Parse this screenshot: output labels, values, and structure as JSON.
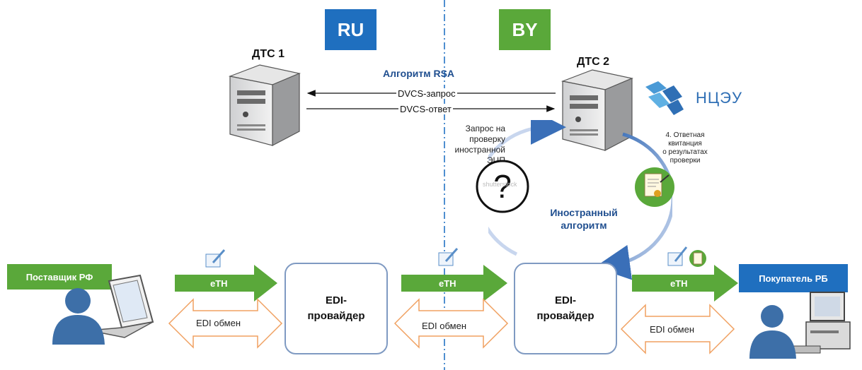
{
  "regions": {
    "ru": {
      "label": "RU",
      "color": "#1f6fbf"
    },
    "by": {
      "label": "BY",
      "color": "#5aa83a"
    }
  },
  "servers": {
    "dts1": "ДТС 1",
    "dts2": "ДТС 2"
  },
  "algorithm_rsa": "Алгоритм RSA",
  "dvcs": {
    "request": "DVCS-запрос",
    "response": "DVCS-ответ"
  },
  "nceu_logo_text": "НЦЭУ",
  "request_check": [
    "Запрос на",
    "проверку",
    "иностранной",
    "ЭЦП"
  ],
  "response_receipt": [
    "4. Ответная",
    "квитанция",
    "о результатах",
    "проверки"
  ],
  "foreign_algorithm": [
    "Иностранный",
    "алгоритм"
  ],
  "watermark": "shutterstock",
  "parties": {
    "supplier": "Поставщик РФ",
    "buyer": "Покупатель РБ",
    "supplier_color": "#5aa83a",
    "buyer_color": "#1f6fbf"
  },
  "eth_label": "eTH",
  "edi_provider": [
    "EDI-",
    "провайдер"
  ],
  "edi_exchange": "EDI обмен",
  "colors": {
    "green": "#5aa83a",
    "orange_outline": "#f0a060",
    "circle": "#8aa6d6",
    "dash_line": "#4f8fd0"
  }
}
